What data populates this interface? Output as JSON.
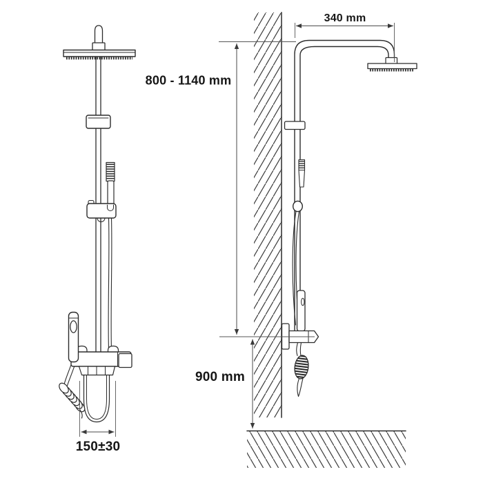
{
  "diagram": {
    "type": "shower-column-installation-drawing",
    "background_color": "#ffffff",
    "line_color": "#2b2b2b",
    "dimension_line_color": "#4a4a4a",
    "labels": {
      "arm_reach": "340 mm",
      "riser_height_range": "800 - 1140 mm",
      "mixer_mount_height": "900 mm",
      "hose_loop_width": "150±30"
    }
  }
}
